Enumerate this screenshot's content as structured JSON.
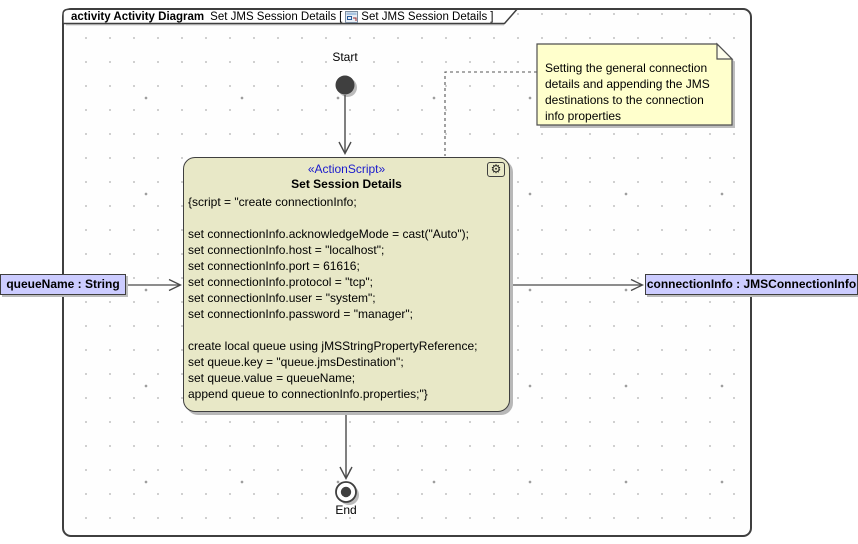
{
  "tab": {
    "keyword": "activity Activity Diagram",
    "name": "Set JMS Session Details",
    "bracket_open": "[",
    "bracket_label": "Set JMS Session Details",
    "bracket_close": "]"
  },
  "note": {
    "lines": [
      "Setting the general connection",
      "details and appending the JMS",
      "destinations to the connection",
      "info properties"
    ]
  },
  "action": {
    "stereotype": "«ActionScript»",
    "name": "Set Session Details",
    "gear_glyph": "⚙",
    "script_lines": [
      "{script = \"create connectionInfo;",
      "",
      "set connectionInfo.acknowledgeMode = cast(\"Auto\");",
      "set connectionInfo.host = \"localhost\";",
      "set connectionInfo.port = 61616;",
      "set connectionInfo.protocol = \"tcp\";",
      "set connectionInfo.user = \"system\";",
      "set connectionInfo.password = \"manager\";",
      "",
      "create local queue using jMSStringPropertyReference;",
      "set queue.key = \"queue.jmsDestination\";",
      "set queue.value = queueName;",
      "append queue to connectionInfo.properties;\"}"
    ]
  },
  "pins": {
    "input": {
      "label": "queueName : String"
    },
    "output": {
      "label": "connectionInfo : JMSConnectionInfo"
    }
  },
  "start": {
    "label": "Start"
  },
  "end": {
    "label": "End"
  },
  "colors": {
    "action_fill": "#e8e8c7",
    "note_fill": "#ffffcc",
    "pin_fill": "#ccccff",
    "stereotype_blue": "#1a1acd",
    "frame_border": "#3f3f3f",
    "shadow": "#b8b8b8"
  }
}
